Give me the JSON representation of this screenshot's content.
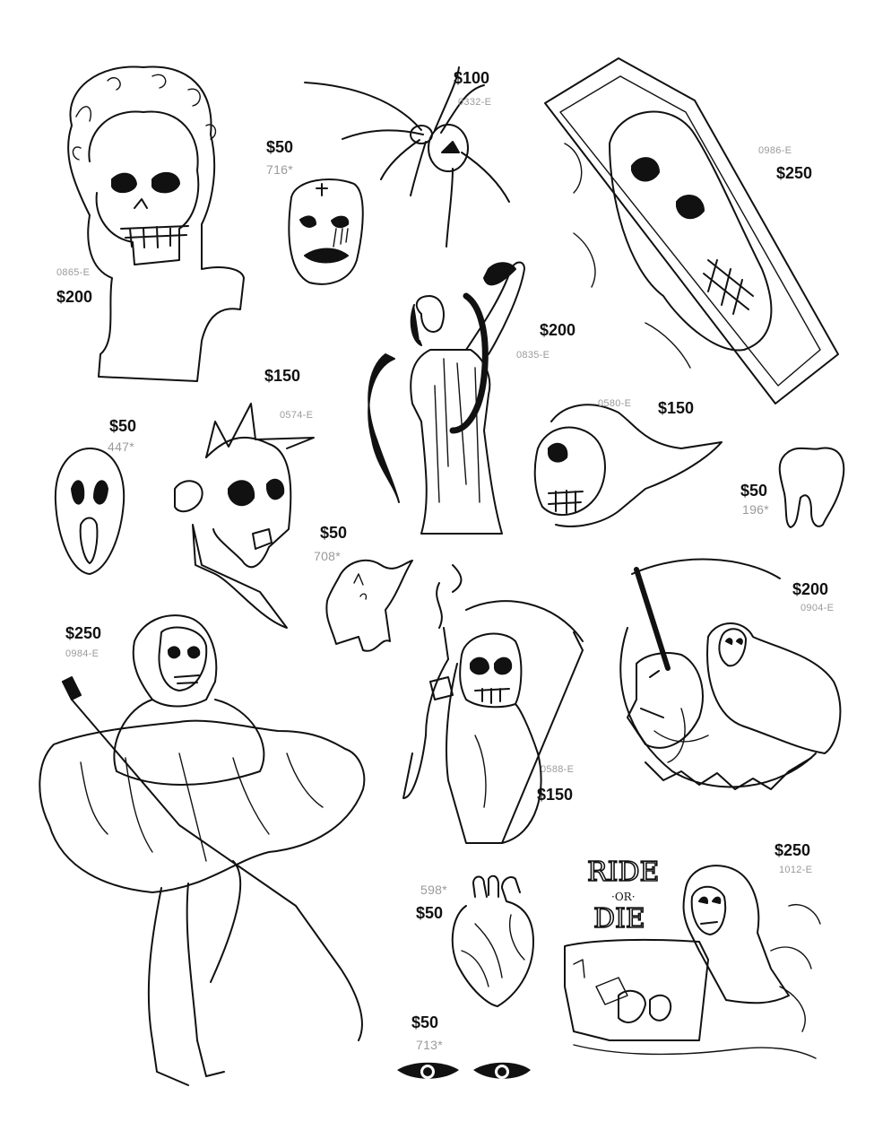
{
  "flash_items": [
    {
      "name": "marble-skull-bust",
      "price": "$200",
      "code": "0865-E"
    },
    {
      "name": "spider",
      "price": "$100",
      "code": "0332-E"
    },
    {
      "name": "mask",
      "price": "$50",
      "code": "716*"
    },
    {
      "name": "coffin-skull",
      "price": "$250",
      "code": "0986-E"
    },
    {
      "name": "snake-woman",
      "price": "$200",
      "code": "0835-E"
    },
    {
      "name": "ghostface",
      "price": "$50",
      "code": "447*"
    },
    {
      "name": "punk-skull",
      "price": "$150",
      "code": "0574-E"
    },
    {
      "name": "hooded-skull",
      "price": "$150",
      "code": "0580-E"
    },
    {
      "name": "tooth",
      "price": "$50",
      "code": "196*"
    },
    {
      "name": "bat",
      "price": "$50",
      "code": "708*"
    },
    {
      "name": "reaper-horse",
      "price": "$200",
      "code": "0904-E"
    },
    {
      "name": "reaper-marilyn",
      "price": "$250",
      "code": "0984-E"
    },
    {
      "name": "smoking-reaper",
      "price": "$150",
      "code": "0588-E"
    },
    {
      "name": "heart",
      "price": "$50",
      "code": "598*"
    },
    {
      "name": "ride-or-die",
      "price": "$250",
      "code": "1012-E",
      "lettering": [
        "RIDE",
        "·OR·",
        "DIE"
      ]
    },
    {
      "name": "eyes",
      "price": "$50",
      "code": "713*"
    }
  ]
}
